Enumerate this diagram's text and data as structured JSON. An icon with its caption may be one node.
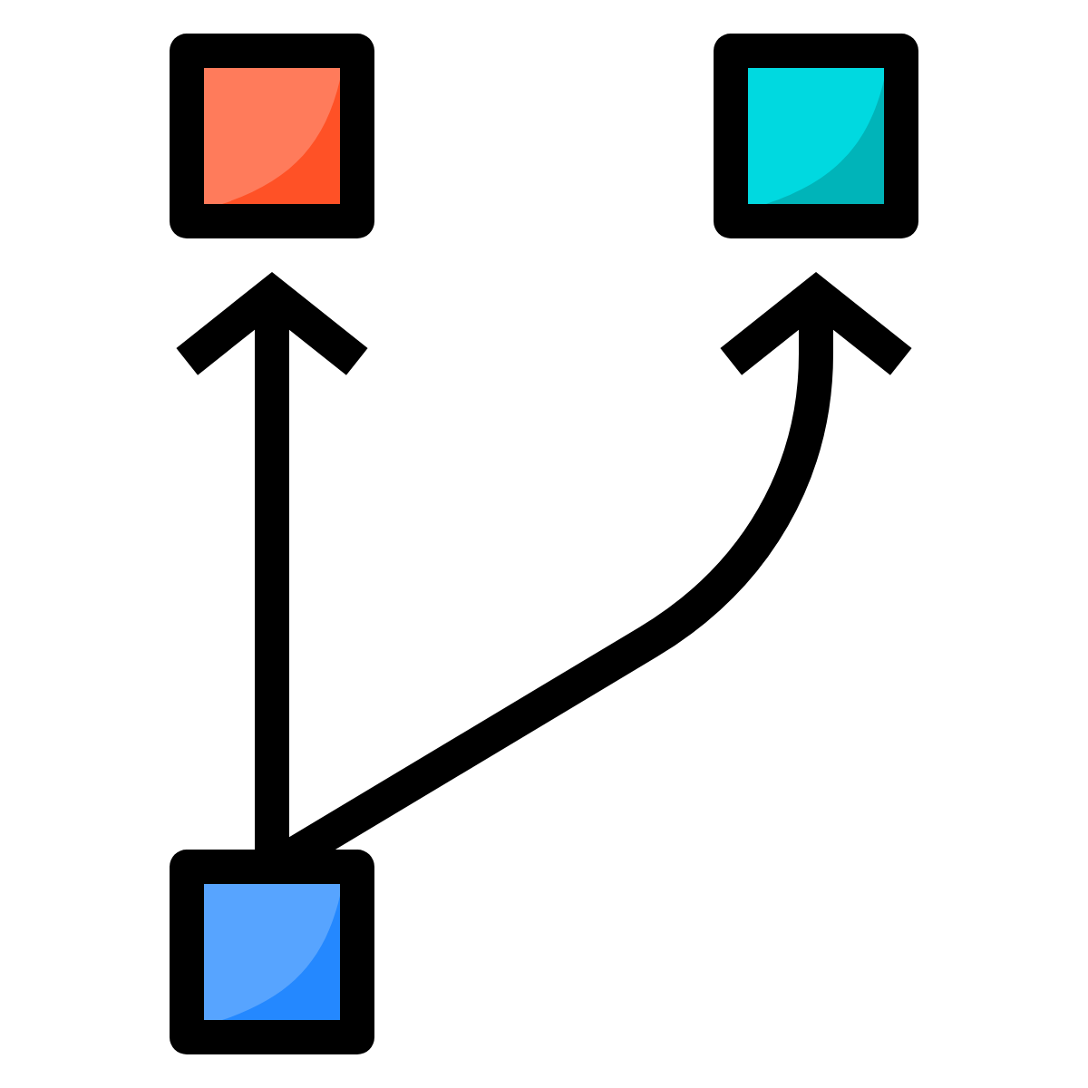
{
  "diagram": {
    "nodes": [
      {
        "text": [],
        "shape": "box"
      },
      {
        "text": [],
        "shape": "box"
      },
      {
        "text": [],
        "shape": "box"
      }
    ],
    "edges": [
      {
        "from": 2,
        "to": 0,
        "arrow": "to"
      },
      {
        "from": 2,
        "to": 1,
        "arrow": "to"
      }
    ]
  }
}
